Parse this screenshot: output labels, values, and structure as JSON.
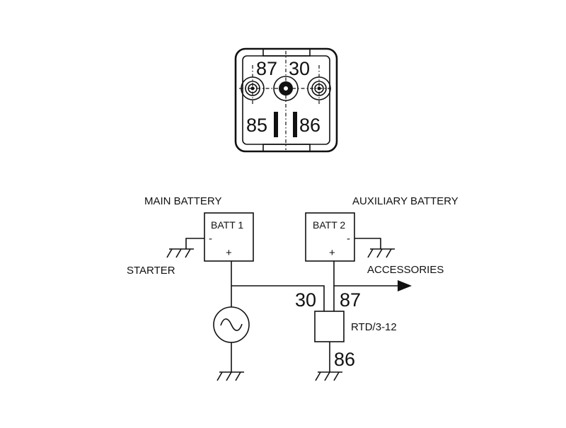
{
  "relay": {
    "pin_87": "87",
    "pin_30": "30",
    "pin_85": "85",
    "pin_86": "86"
  },
  "schematic": {
    "main_battery_title": "MAIN BATTERY",
    "aux_battery_title": "AUXILIARY BATTERY",
    "batt1_label": "BATT 1",
    "batt2_label": "BATT 2",
    "minus_sign": "-",
    "plus_sign": "+",
    "starter_label": "STARTER",
    "accessories_label": "ACCESSORIES",
    "pin_30": "30",
    "pin_87": "87",
    "pin_86": "86",
    "relay_model": "RTD/3-12"
  }
}
